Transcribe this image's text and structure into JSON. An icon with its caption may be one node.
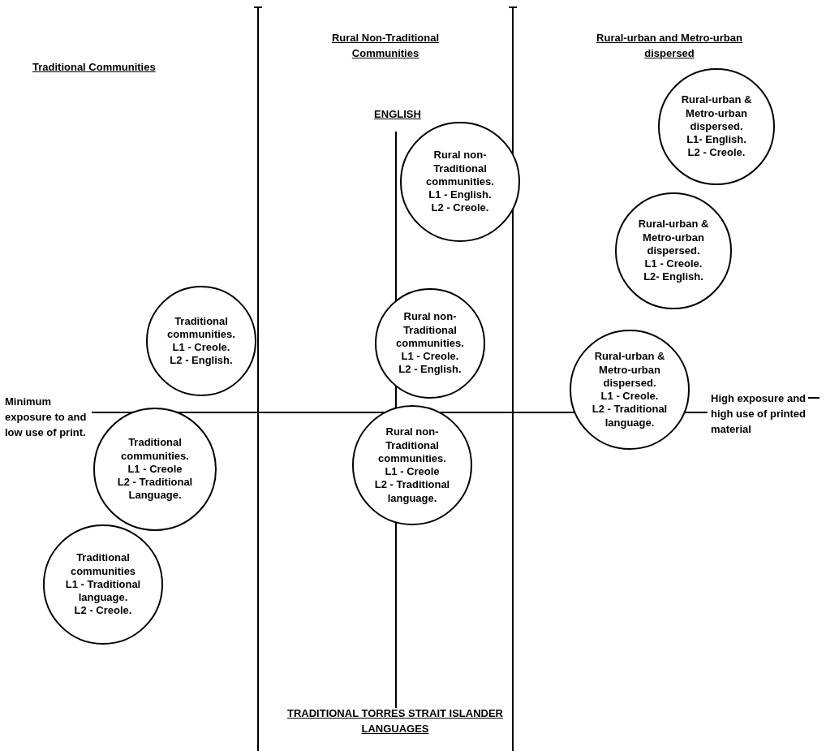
{
  "diagram": {
    "nodes": [
      {
        "text": [
          "Traditional communities.",
          "L1 - Creole.",
          "L2 - English."
        ]
      },
      {
        "text": [
          "Traditional communities.",
          "L1 - Creole",
          "L2 - Traditional Language."
        ]
      },
      {
        "text": [
          "Traditional communities",
          "L1 - Traditional language.",
          "L2 - Creole."
        ]
      },
      {
        "text": [
          "Rural non-Traditional communities.",
          "L1 - English.",
          "L2 - Creole."
        ]
      },
      {
        "text": [
          "Rural non-Traditional communities.",
          "L1 - Creole.",
          "L2 - English."
        ]
      },
      {
        "text": [
          "Rural non-Traditional communities.",
          "L1 - Creole",
          "L2 - Traditional language."
        ]
      },
      {
        "text": [
          "Rural-urban & Metro-urban dispersed.",
          "L1- English.",
          "L2 - Creole."
        ]
      },
      {
        "text": [
          "Rural-urban & Metro-urban dispersed.",
          "L1 - Creole.",
          "L2- English."
        ]
      },
      {
        "text": [
          "Rural-urban & Metro-urban dispersed.",
          "L1 - Creole.",
          "L2 - Traditional language."
        ]
      }
    ],
    "edges": [],
    "labels": [
      "Traditional Communities",
      "Rural Non-Traditional Communities",
      "Rural-urban and Metro-urban dispersed",
      "ENGLISH",
      "Minimum exposure to and low use of print.",
      "High exposure and high use of printed material",
      "TRADITIONAL TORRES STRAIT ISLANDER LANGUAGES"
    ]
  }
}
